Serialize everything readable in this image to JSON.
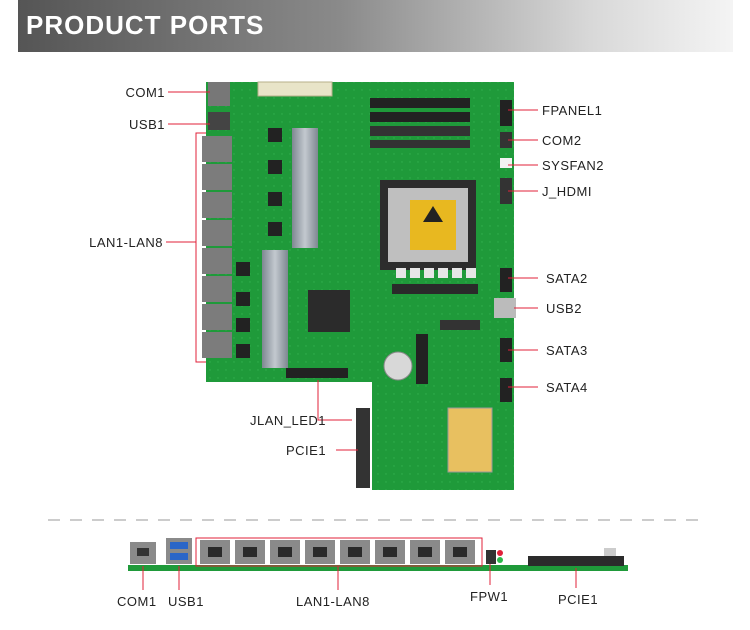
{
  "header": {
    "title": "PRODUCT PORTS"
  },
  "labels": {
    "com1": "COM1",
    "usb1": "USB1",
    "lan": "LAN1-LAN8",
    "fpanel1": "FPANEL1",
    "com2": "COM2",
    "sysfan2": "SYSFAN2",
    "jhdmi": "J_HDMI",
    "sata2": "SATA2",
    "usb2": "USB2",
    "sata3": "SATA3",
    "sata4": "SATA4",
    "jlanled1": "JLAN_LED1",
    "pcie1": "PCIE1"
  },
  "bottom_labels": {
    "com1": "COM1",
    "usb1": "USB1",
    "lan": "LAN1-LAN8",
    "fpw1": "FPW1",
    "pcie1": "PCIE1"
  },
  "colors": {
    "board": "#1f9a3a",
    "board_dark": "#137a2a",
    "leader": "#e0203a",
    "heatsink": "#9aa3ad",
    "socket": "#cfcfcf"
  }
}
